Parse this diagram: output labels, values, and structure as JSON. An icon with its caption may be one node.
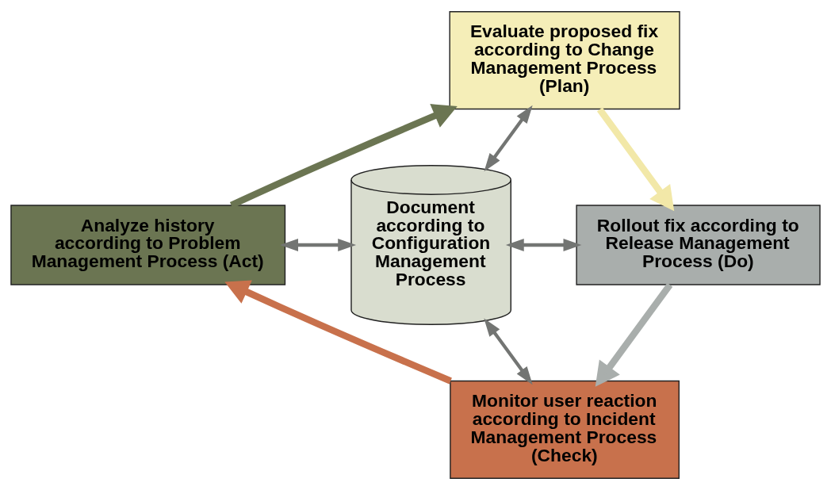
{
  "diagram": {
    "nodes": [
      {
        "text": [
          "Evaluate proposed fix according to Change Management Process (Plan)"
        ]
      },
      {
        "text": [
          "Analyze history according to Problem Management Process (Act)"
        ]
      },
      {
        "text": [
          "Document according to Configuration Management Process"
        ]
      },
      {
        "text": [
          "Rollout fix according to Release Management Process (Do)"
        ]
      },
      {
        "text": [
          "Monitor user reaction according to Incident Management Process (Check)"
        ]
      }
    ],
    "edges": [
      {
        "from": 1,
        "to": 0,
        "arrow": "to",
        "style": "thick",
        "color": "#6b7552"
      },
      {
        "from": 0,
        "to": 3,
        "arrow": "to",
        "style": "thick",
        "color": "#f2e8a8"
      },
      {
        "from": 3,
        "to": 4,
        "arrow": "to",
        "style": "thick",
        "color": "#a9aeac"
      },
      {
        "from": 4,
        "to": 1,
        "arrow": "to",
        "style": "thick",
        "color": "#c8714c"
      },
      {
        "from": 0,
        "to": 2,
        "arrow": "both",
        "color": "#737573"
      },
      {
        "from": 1,
        "to": 2,
        "arrow": "both",
        "color": "#737573"
      },
      {
        "from": 2,
        "to": 3,
        "arrow": "both",
        "color": "#737573"
      },
      {
        "from": 2,
        "to": 4,
        "arrow": "both",
        "color": "#737573"
      }
    ]
  }
}
